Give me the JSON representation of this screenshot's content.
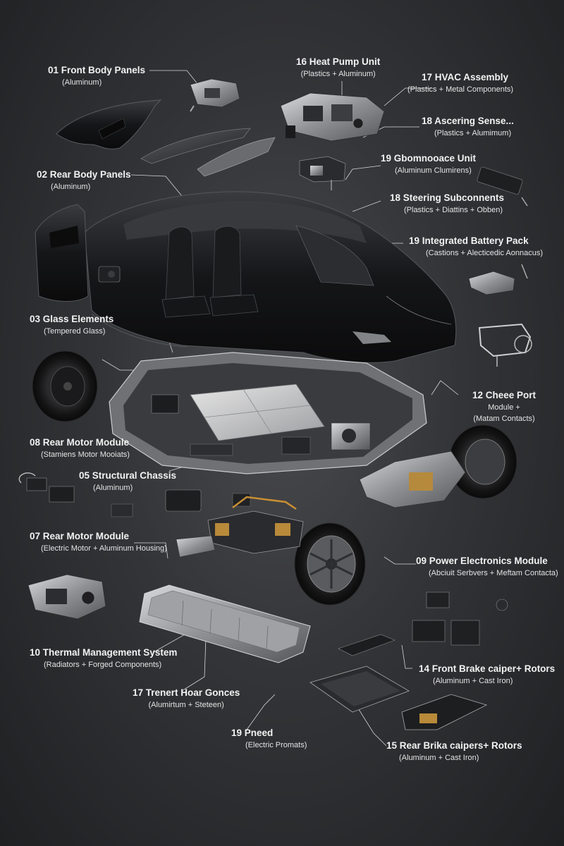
{
  "callouts": [
    {
      "id": "c01",
      "title": "01 Front Body Panels",
      "sub": "(Aluminum)"
    },
    {
      "id": "c02",
      "title": "02 Rear Body Panels",
      "sub": "(Aluminum)"
    },
    {
      "id": "c03",
      "title": "03 Glass Elements",
      "sub": "(Tempered Glass)"
    },
    {
      "id": "c08",
      "title": "08 Rear Motor Module",
      "sub": "(Stamiens Motor Mooiats)"
    },
    {
      "id": "c05",
      "title": "05 Structural Chassis",
      "sub": "(Aluminum)"
    },
    {
      "id": "c07",
      "title": "07 Rear Motor Module",
      "sub": "(Electric Motor + Aluminum Housing)"
    },
    {
      "id": "c10",
      "title": "10 Thermal Management System",
      "sub": "(Radiators + Forged Components)"
    },
    {
      "id": "c17b",
      "title": "17 Trenert Hoar Gonces",
      "sub": "(Alumirtum + Steteen)"
    },
    {
      "id": "c19c",
      "title": "19 Pneed",
      "sub": "(Electric Promats)"
    },
    {
      "id": "c16",
      "title": "16 Heat Pump Unit",
      "sub": "(Plastics + Aluminum)"
    },
    {
      "id": "c17a",
      "title": "17 HVAC Assembly",
      "sub": "(Plastics + Metal Components)"
    },
    {
      "id": "c18a",
      "title": "18 Ascering Sense...",
      "sub": "(Plastics + Alumimum)"
    },
    {
      "id": "c19a",
      "title": "19 Gbomnooace Unit",
      "sub": "(Aluminum Clumirens)"
    },
    {
      "id": "c18b",
      "title": "18 Steering Subconnents",
      "sub": "(Plastics + Diattins + Obben)"
    },
    {
      "id": "c19b",
      "title": "19 Integrated Battery Pack",
      "sub": "(Castions + Alecticedic Aonnacus)"
    },
    {
      "id": "c12",
      "title": "12 Cheee Port",
      "sub": "Module +",
      "sub2": "(Matam Contacts)"
    },
    {
      "id": "c09",
      "title": "09 Power Electronics Module",
      "sub": "(Abciuit Serbvers + Meftam Contacta)"
    },
    {
      "id": "c14",
      "title": "14 Front Brake caiper+ Rotors",
      "sub": "(Aluminum + Cast Iron)"
    },
    {
      "id": "c15",
      "title": "15 Rear Brika caipers+ Rotors",
      "sub": "(Aluminum + Cast Iron)"
    }
  ]
}
